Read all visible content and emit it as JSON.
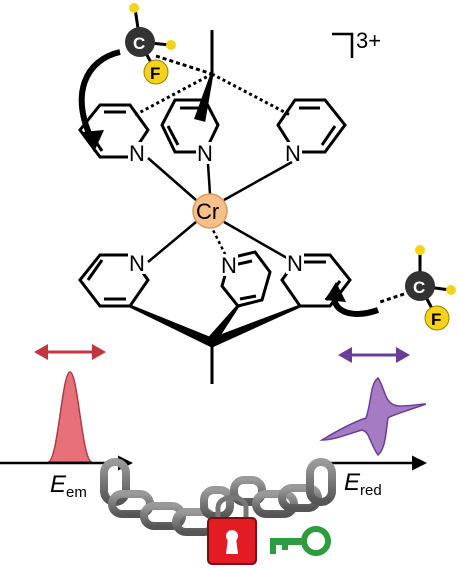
{
  "complex": {
    "metal": "Cr",
    "charge": "3+",
    "nitrogen": "N",
    "substituent_c": "C",
    "substituent_f": "F"
  },
  "axes": {
    "emission_label": "E",
    "emission_subscript": "em",
    "reduction_label": "E",
    "reduction_subscript": "red"
  },
  "colors": {
    "metal_fill": "#f7c08a",
    "emission_peak": "#e8707a",
    "emission_arrow": "#c4363d",
    "reduction_wave": "#a57cc4",
    "reduction_arrow": "#6a3d99",
    "lock": "#e31b23",
    "key": "#2e9b3c",
    "chain": "#707070",
    "fluorine": "#f5d31a"
  },
  "icons": [
    "double-arrow-icon",
    "chain-icon",
    "padlock-icon",
    "key-icon"
  ]
}
